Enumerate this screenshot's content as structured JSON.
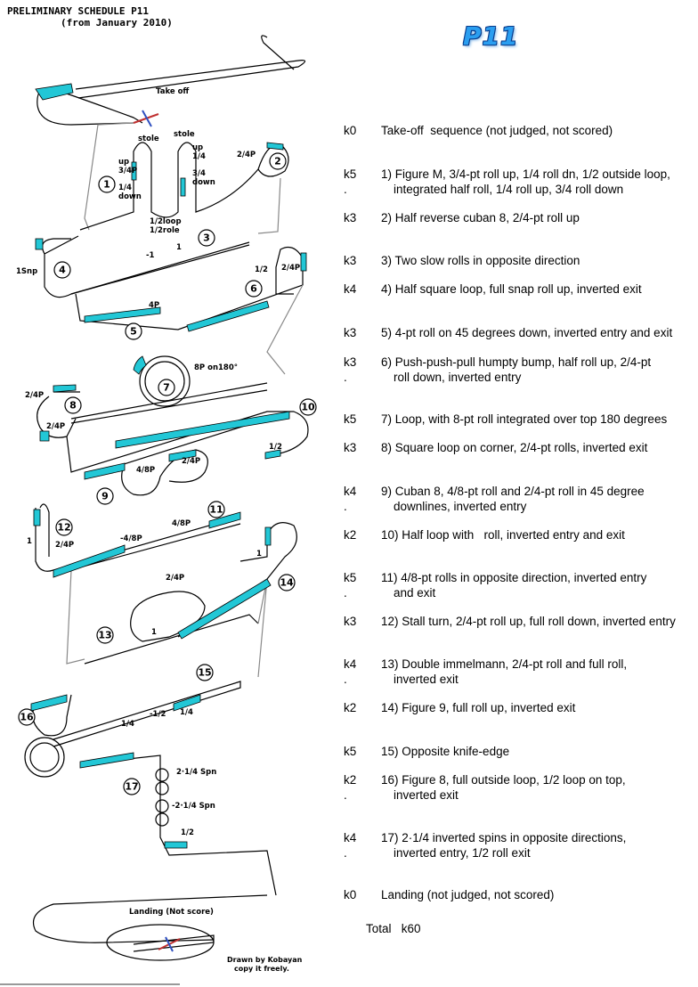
{
  "header": {
    "line1": "PRELIMINARY SCHEDULE P11",
    "line2": "(from January 2010)",
    "badge": "P11"
  },
  "colors": {
    "highlight": "#22c7d6",
    "badge": "#2a9ef0",
    "outline": "#000000"
  },
  "diagram_labels": {
    "takeoff": "Take off",
    "stole_left": "stole",
    "stole_right": "stole",
    "up_34p": "up",
    "up_34p_b": "3/4P",
    "down_14": "1/4",
    "down_14_b": "down",
    "up_14": "up",
    "up_14_b": "1/4",
    "down_34": "3/4",
    "down_34_b": "down",
    "half_loop": "1/2loop",
    "half_role": "1/2role",
    "fig2_roll": "2/4P",
    "fig3_minus1": "-1",
    "fig3_plus1": "1",
    "fig4_snap": "1Snp",
    "fig5_roll": "4P",
    "fig6_half": "1/2",
    "fig6_roll": "2/4P",
    "fig7_roll": "8P on180°",
    "fig8_roll_a": "2/4P",
    "fig8_roll_b": "2/4P",
    "fig9_roll_a": "4/8P",
    "fig9_roll_b": "2/4P",
    "fig10_half": "1/2",
    "fig11_a": "-4/8P",
    "fig11_b": "4/8P",
    "fig12_one": "1",
    "fig12_roll": "2/4P",
    "fig13_roll": "2/4P",
    "fig13_one": "1",
    "fig14_one": "1",
    "fig15_a": "1/4",
    "fig15_b": "-1/2",
    "fig15_c": "1/4",
    "fig17_spin_a": "2·1/4 Spn",
    "fig17_spin_b": "-2·1/4 Spn",
    "fig17_half": "1/2",
    "landing": "Landing (Not score)"
  },
  "figure_numbers": [
    "1",
    "2",
    "3",
    "4",
    "5",
    "6",
    "7",
    "8",
    "9",
    "10",
    "11",
    "12",
    "13",
    "14",
    "15",
    "16",
    "17"
  ],
  "schedule": [
    {
      "k": "k0",
      "text": "Take-off  sequence (not judged, not scored)",
      "cont": ""
    },
    {
      "k": "k5",
      "text": "1) Figure M, 3/4-pt roll up, 1/4 roll dn, 1/2 outside loop,",
      "cont": "integrated half roll, 1/4 roll up, 3/4 roll down"
    },
    {
      "k": "k3",
      "text": "2) Half reverse cuban 8, 2/4-pt roll up",
      "cont": ""
    },
    {
      "k": "k3",
      "text": "3) Two slow rolls in opposite direction",
      "cont": ""
    },
    {
      "k": "k4",
      "text": "4) Half square loop, full snap roll up, inverted exit",
      "cont": ""
    },
    {
      "k": "k3",
      "text": "5) 4-pt roll on 45 degrees down, inverted entry and exit",
      "cont": ""
    },
    {
      "k": "k3",
      "text": "6) Push-push-pull humpty bump, half roll up, 2/4-pt",
      "cont": "roll down, inverted entry"
    },
    {
      "k": "k5",
      "text": "7) Loop, with 8-pt roll integrated over top 180 degrees",
      "cont": ""
    },
    {
      "k": "k3",
      "text": "8) Square loop on corner, 2/4-pt rolls, inverted exit",
      "cont": ""
    },
    {
      "k": "k4",
      "text": "9) Cuban 8, 4/8-pt roll and 2/4-pt roll in 45 degree",
      "cont": "downlines, inverted entry"
    },
    {
      "k": "k2",
      "text": "10) Half loop with   roll, inverted entry and exit",
      "cont": ""
    },
    {
      "k": "k5",
      "text": "11) 4/8-pt rolls in opposite direction, inverted entry",
      "cont": "and exit"
    },
    {
      "k": "k3",
      "text": "12) Stall turn, 2/4-pt roll up, full roll down, inverted entry",
      "cont": ""
    },
    {
      "k": "k4",
      "text": "13) Double immelmann, 2/4-pt roll and full roll,",
      "cont": "inverted exit"
    },
    {
      "k": "k2",
      "text": "14) Figure 9, full roll up, inverted exit",
      "cont": ""
    },
    {
      "k": "k5",
      "text": "15) Opposite knife-edge",
      "cont": ""
    },
    {
      "k": "k2",
      "text": "16) Figure 8, full outside loop, 1/2 loop on top,",
      "cont": "inverted exit"
    },
    {
      "k": "k4",
      "text": "17) 2·1/4 inverted spins in opposite directions,",
      "cont": "inverted entry, 1/2 roll exit"
    },
    {
      "k": "k0",
      "text": "Landing (not judged, not scored)",
      "cont": ""
    }
  ],
  "cont_marker": ".",
  "total": "Total   k60",
  "credit": {
    "line1": "Drawn by Kobayan",
    "line2": "copy it freely."
  }
}
